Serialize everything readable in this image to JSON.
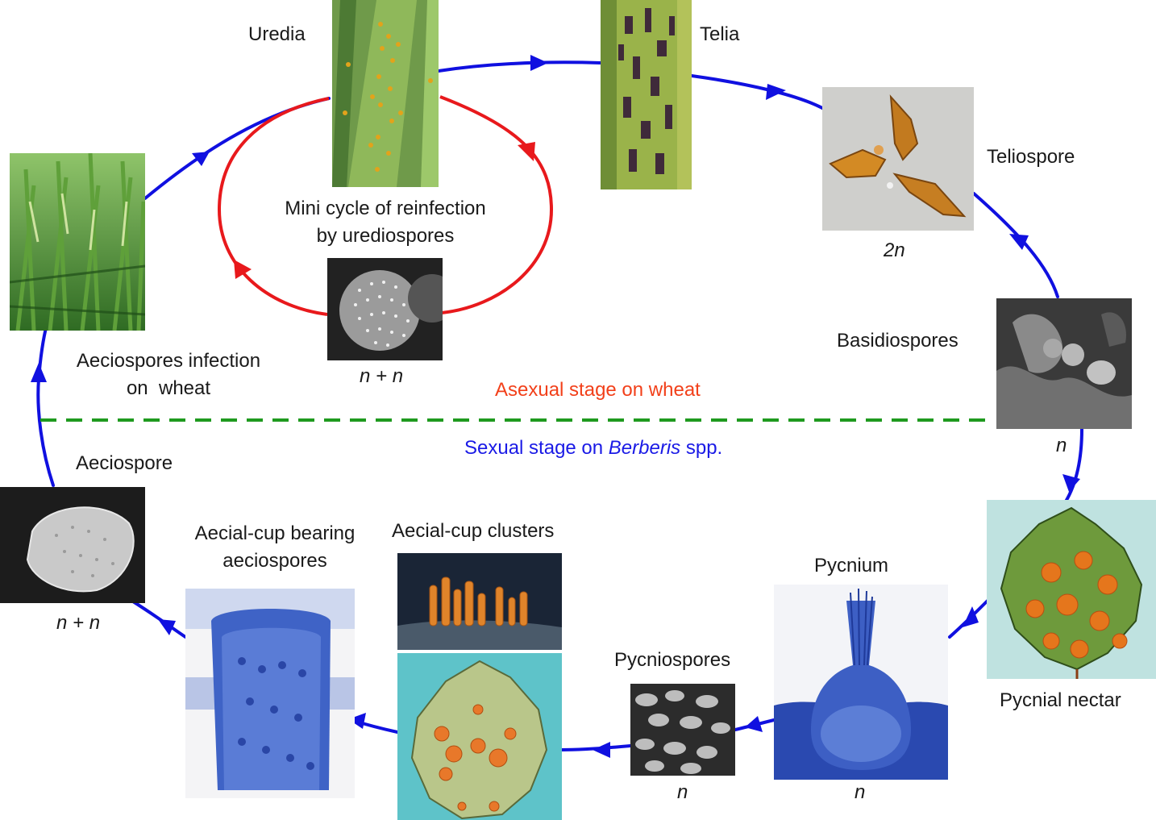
{
  "labels": {
    "uredia": "Uredia",
    "telia": "Telia",
    "teliospore": "Teliospore",
    "basidiospores": "Basidiospores",
    "pycnial_nectar": "Pycnial nectar",
    "pycnium": "Pycnium",
    "pycniospores": "Pycniospores",
    "aecial_cup_clusters": "Aecial-cup clusters",
    "aecial_cup_bearing_line1": "Aecial-cup bearing",
    "aecial_cup_bearing_line2": "aeciospores",
    "aeciospore": "Aeciospore",
    "aeciospores_infection_line1": "Aeciospores infection",
    "aeciospores_infection_line2": "on  wheat",
    "mini_cycle_line1": "Mini cycle of reinfection",
    "mini_cycle_line2": "by urediospores"
  },
  "ploidy": {
    "teliospore": "2n",
    "basidiospores": "n",
    "pycnium": "n",
    "pycniospores": "n",
    "aeciospore": "n + n",
    "urediospore": "n + n"
  },
  "stages": {
    "asexual": "Asexual stage on wheat",
    "sexual_prefix": "Sexual stage on ",
    "sexual_genus": "Berberis",
    "sexual_suffix": " spp."
  },
  "colors": {
    "main_cycle": "#1010e0",
    "mini_cycle": "#e8191c",
    "divider": "#1f9a1f",
    "asexual_text": "#f2401a",
    "sexual_text": "#1a1ae6"
  },
  "icons": [
    "wheat-field-photo",
    "uredia-leaf-photo",
    "telia-leaf-photo",
    "teliospore-micrograph",
    "basidiospores-micrograph",
    "pycnial-leaf-photo",
    "pycnium-micrograph",
    "pycniospores-micrograph",
    "aecial-cup-clusters-photo",
    "aecial-leaf-photo",
    "aecial-cup-section-micrograph",
    "aeciospore-micrograph",
    "urediospore-micrograph"
  ]
}
